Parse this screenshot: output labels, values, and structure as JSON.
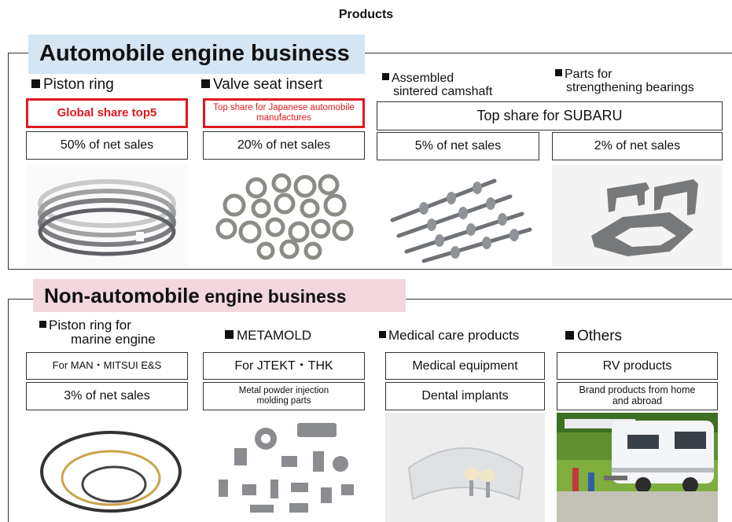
{
  "page_title": "Products",
  "automobile": {
    "heading": "Automobile engine business",
    "items": [
      {
        "name": "Piston ring",
        "badge": "Global share top5",
        "sales": "50% of net sales",
        "photo": "piston-ring-set-photo"
      },
      {
        "name": "Valve seat insert",
        "badge": "Top share for Japanese automobile manufactures",
        "sales": "20% of net sales",
        "photo": "valve-seat-inserts-photo"
      },
      {
        "name_line1": "Assembled",
        "name_line2": "sintered camshaft",
        "sales": "5% of net sales",
        "photo": "camshafts-photo"
      },
      {
        "name_line1": "Parts for",
        "name_line2": "strengthening bearings",
        "sales": "2% of net sales",
        "photo": "bearing-parts-photo"
      }
    ],
    "shared_badge": "Top share for SUBARU"
  },
  "non_automobile": {
    "heading_bold": "Non-automobile",
    "heading_rest": " engine business",
    "items": [
      {
        "name_line1": "Piston ring for",
        "name_line2": "marine engine",
        "customer": "For MAN・MITSUI E&S",
        "sales": "3% of net sales",
        "photo": "marine-piston-rings-photo"
      },
      {
        "name": "METAMOLD",
        "customer": "For JTEKT・THK",
        "desc": "Metal powder  injection molding parts",
        "photo": "mim-parts-photo"
      },
      {
        "name": "Medical care products",
        "customer": "Medical equipment",
        "desc": "Dental implants",
        "photo": "dental-implant-model-photo"
      },
      {
        "name": "Others",
        "customer": "RV products",
        "desc": "Brand products from home and abroad",
        "photo": "rv-camping-photo"
      }
    ]
  },
  "colors": {
    "red_accent": "#e0191f",
    "banner_blue": "#d4e5f3",
    "banner_pink": "#f3d6de"
  }
}
